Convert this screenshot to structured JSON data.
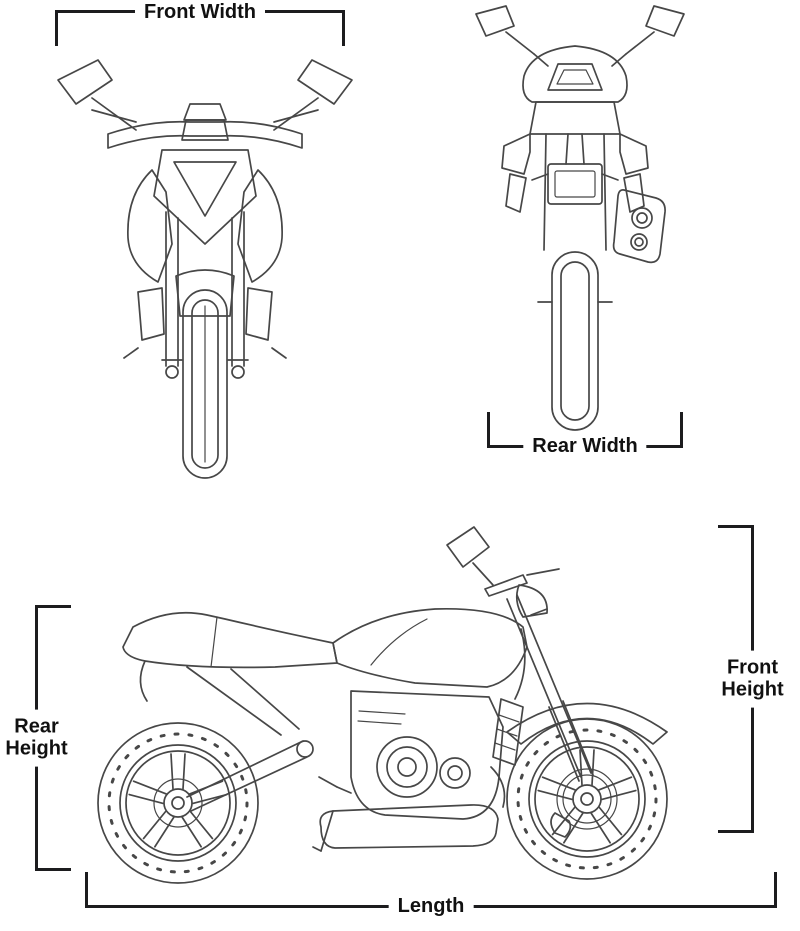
{
  "colors": {
    "drawing_stroke": "#474747",
    "dimension_line": "#1c1c1e",
    "label_text": "#111111",
    "background": "#ffffff"
  },
  "dimensions": {
    "front_width": {
      "label": "Front Width"
    },
    "rear_width": {
      "label": "Rear Width"
    },
    "rear_height": {
      "label": "Rear Height"
    },
    "front_height": {
      "label": "Front Height"
    },
    "length": {
      "label": "Length"
    }
  }
}
